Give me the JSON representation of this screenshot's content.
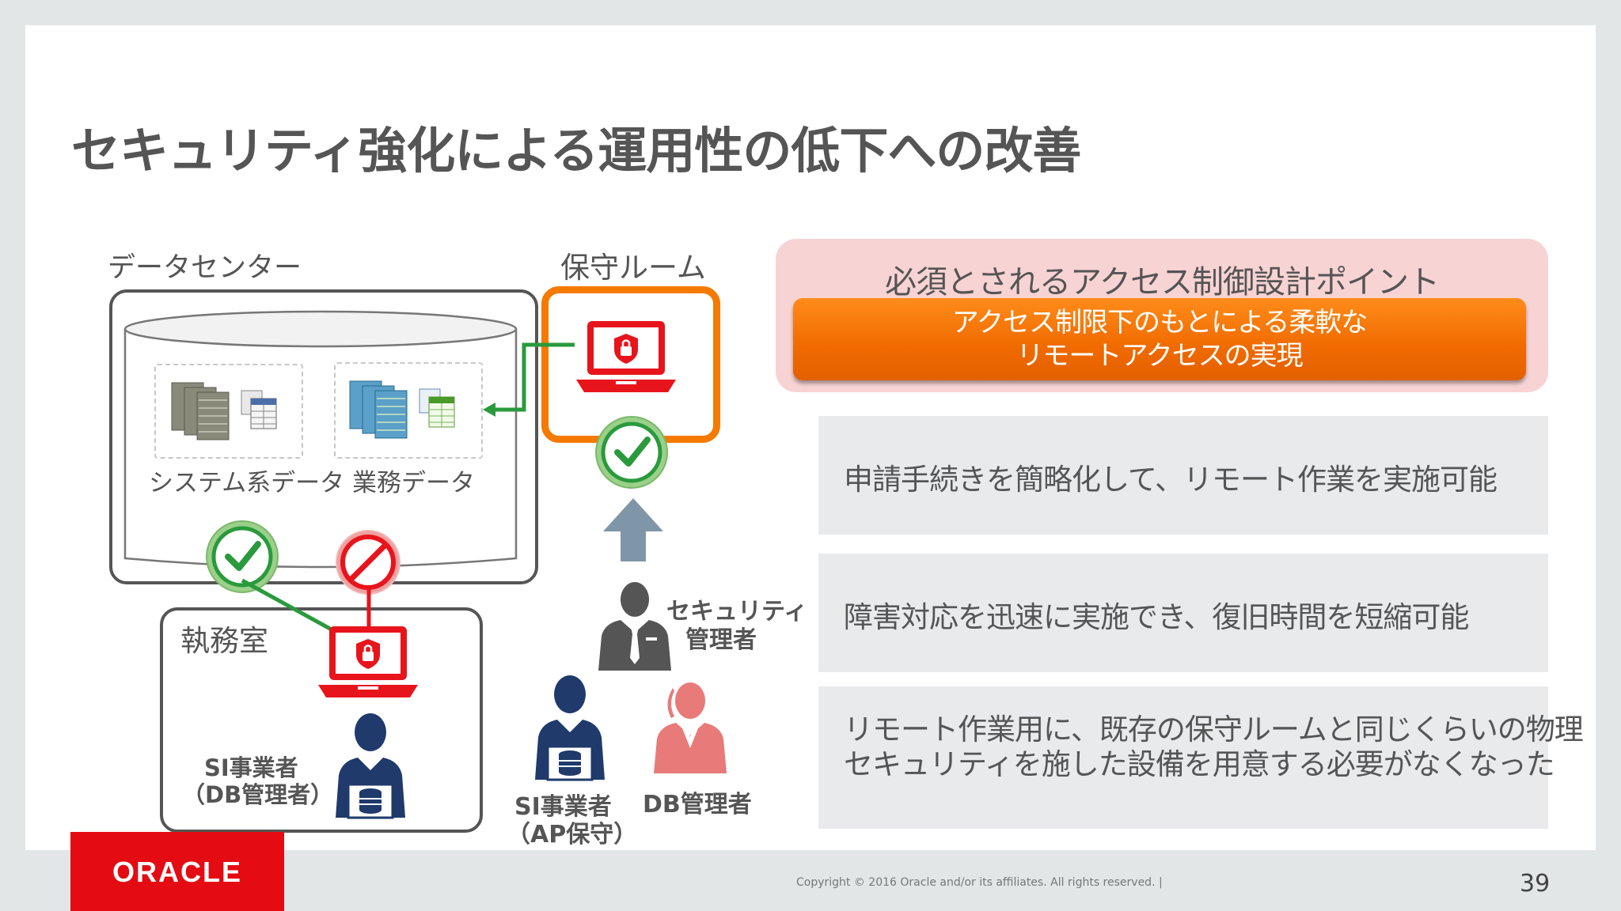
{
  "title": "セキュリティ強化による運用性の低下への改善",
  "diagram": {
    "datacenter_label": "データセンター",
    "system_data_label": "システム系データ",
    "business_data_label": "業務データ",
    "hoshu_room_label": "保守ルーム",
    "shitsumu_label": "執務室",
    "si_db_line1": "SI事業者",
    "si_db_line2": "（DB管理者）",
    "security_admin_line1": "セキュリティ",
    "security_admin_line2": "管理者",
    "si_ap_line1": "SI事業者",
    "si_ap_line2": "（AP保守）",
    "db_admin_label": "DB管理者"
  },
  "right_panel": {
    "heading": "必須とされるアクセス制御設計ポイント",
    "button_line1": "アクセス制限下のもとによる柔軟な",
    "button_line2": "リモートアクセスの実現",
    "points": [
      {
        "lines": [
          "申請手続きを簡略化して、リモート作業を実施可能"
        ]
      },
      {
        "lines": [
          "障害対応を迅速に実施でき、復旧時間を短縮可能"
        ]
      },
      {
        "lines": [
          "リモート作業用に、既存の保守ルームと同じくらいの物理",
          "セキュリティを施した設備を用意する必要がなくなった"
        ]
      }
    ]
  },
  "footer": {
    "logo_text": "ORACLE",
    "copyright": "Copyright © 2016 Oracle and/or its affiliates. All rights reserved.  |",
    "page_number": "39"
  },
  "colors": {
    "accent_orange": "#f47a00",
    "alert_red": "#e8141c",
    "check_green": "#2a9a3c",
    "oracle_red": "#e40b13",
    "person_navy": "#1f3a6b",
    "person_pink": "#e87a7a"
  },
  "icons": [
    "laptop-shield-icon",
    "check-icon",
    "no-entry-icon",
    "up-arrow-icon",
    "person-icon",
    "database-icon",
    "server-rack-icon",
    "table-icon"
  ]
}
